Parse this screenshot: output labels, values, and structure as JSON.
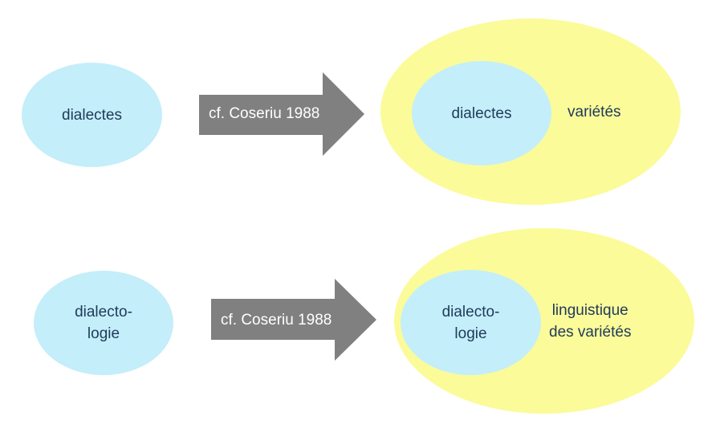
{
  "row1": {
    "source_label": "dialectes",
    "arrow_label": "cf. Coseriu 1988",
    "inner_label": "dialectes",
    "outer_label": "variétés"
  },
  "row2": {
    "source_label_line1": "dialecto-",
    "source_label_line2": "logie",
    "arrow_label": "cf. Coseriu 1988",
    "inner_label_line1": "dialecto-",
    "inner_label_line2": "logie",
    "outer_label_line1": "linguistique",
    "outer_label_line2": "des variétés"
  },
  "colors": {
    "ellipse_blue": "#c4eef9",
    "ellipse_yellow": "#fbfb9a",
    "arrow_gray": "#808080",
    "text_dark": "#1f3a5a"
  }
}
